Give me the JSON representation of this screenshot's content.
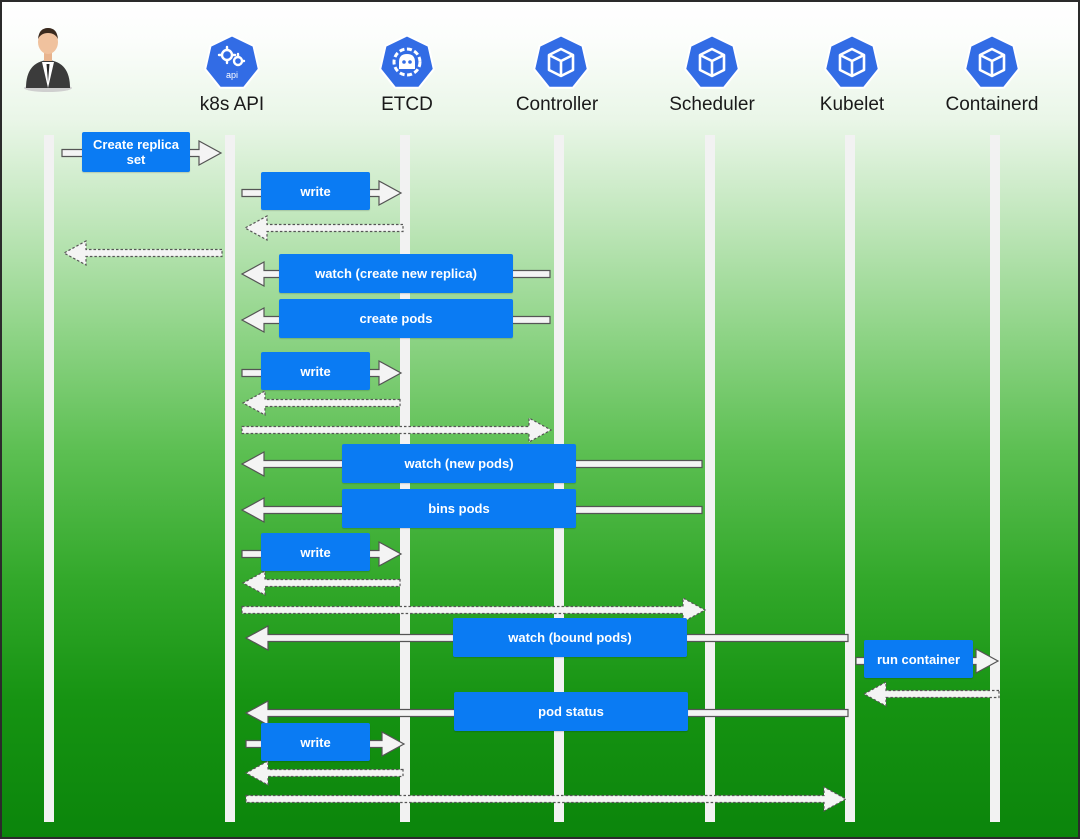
{
  "actors": [
    {
      "id": "user",
      "label": "",
      "icon": "person-icon"
    },
    {
      "id": "api",
      "label": "k8s API",
      "icon": "k8s-api-icon",
      "icon_text": "api"
    },
    {
      "id": "etcd",
      "label": "ETCD",
      "icon": "k8s-etcd-icon"
    },
    {
      "id": "controller",
      "label": "Controller",
      "icon": "k8s-cube-icon"
    },
    {
      "id": "scheduler",
      "label": "Scheduler",
      "icon": "k8s-cube-icon"
    },
    {
      "id": "kubelet",
      "label": "Kubelet",
      "icon": "k8s-cube-icon"
    },
    {
      "id": "containerd",
      "label": "Containerd",
      "icon": "k8s-cube-icon"
    }
  ],
  "messages": [
    {
      "label": "Create replica set",
      "from": "user",
      "to": "api",
      "kind": "call"
    },
    {
      "label": "write",
      "from": "api",
      "to": "etcd",
      "kind": "call"
    },
    {
      "label": "",
      "from": "etcd",
      "to": "api",
      "kind": "return"
    },
    {
      "label": "",
      "from": "api",
      "to": "user",
      "kind": "return"
    },
    {
      "label": "watch (create new replica)",
      "from": "controller",
      "to": "api",
      "kind": "call"
    },
    {
      "label": "create pods",
      "from": "controller",
      "to": "api",
      "kind": "call"
    },
    {
      "label": "write",
      "from": "api",
      "to": "etcd",
      "kind": "call"
    },
    {
      "label": "",
      "from": "etcd",
      "to": "api",
      "kind": "return"
    },
    {
      "label": "",
      "from": "api",
      "to": "controller",
      "kind": "return"
    },
    {
      "label": "watch (new pods)",
      "from": "scheduler",
      "to": "api",
      "kind": "call"
    },
    {
      "label": "bins pods",
      "from": "scheduler",
      "to": "api",
      "kind": "call"
    },
    {
      "label": "write",
      "from": "api",
      "to": "etcd",
      "kind": "call"
    },
    {
      "label": "",
      "from": "etcd",
      "to": "api",
      "kind": "return"
    },
    {
      "label": "",
      "from": "api",
      "to": "scheduler",
      "kind": "return"
    },
    {
      "label": "watch (bound pods)",
      "from": "kubelet",
      "to": "api",
      "kind": "call"
    },
    {
      "label": "run container",
      "from": "kubelet",
      "to": "containerd",
      "kind": "call"
    },
    {
      "label": "",
      "from": "containerd",
      "to": "kubelet",
      "kind": "return"
    },
    {
      "label": "pod status",
      "from": "kubelet",
      "to": "api",
      "kind": "call"
    },
    {
      "label": "write",
      "from": "api",
      "to": "etcd",
      "kind": "call"
    },
    {
      "label": "",
      "from": "etcd",
      "to": "api",
      "kind": "return"
    },
    {
      "label": "",
      "from": "api",
      "to": "kubelet",
      "kind": "return"
    }
  ],
  "colors": {
    "label_box": "#0a7bf3",
    "icon_blue": "#326ce5",
    "lifeline": "#f2f2f2",
    "arrow_outline": "#555555",
    "arrow_fill": "#f4f4f4"
  }
}
